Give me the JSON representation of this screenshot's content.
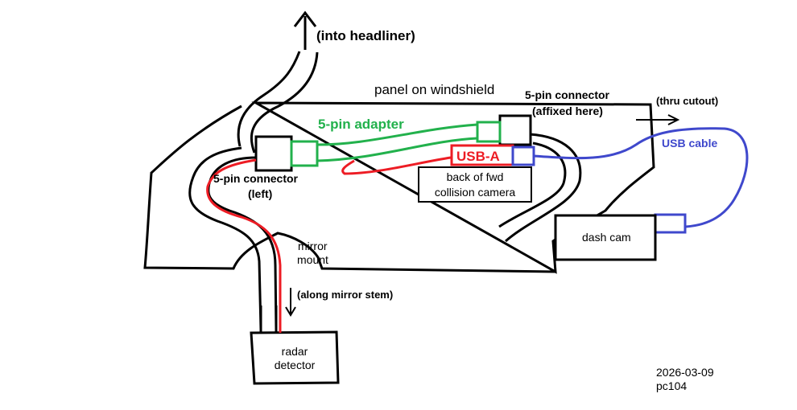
{
  "labels": {
    "into_headliner": "(into headliner)",
    "panel_on_windshield": "panel on windshield",
    "five_pin_right_line1": "5-pin connector",
    "five_pin_right_line2": "(affixed here)",
    "thru_cutout": "(thru cutout)",
    "five_pin_adapter": "5-pin adapter",
    "usb_cable": "USB cable",
    "usb_a": "USB-A",
    "five_pin_left_line1": "5-pin connector",
    "five_pin_left_line2": "(left)",
    "camera_line1": "back of fwd",
    "camera_line2": "collision camera",
    "mirror_line1": "mirror",
    "mirror_line2": "mount",
    "dash_cam": "dash cam",
    "along_mirror_stem": "(along mirror stem)",
    "radar_line1": "radar",
    "radar_line2": "detector",
    "date": "2026-03-09",
    "author": "pc104"
  },
  "colors": {
    "outline": "#000000",
    "adapter": "#22b14c",
    "power": "#ed1c24",
    "usb": "#3f48cc"
  }
}
